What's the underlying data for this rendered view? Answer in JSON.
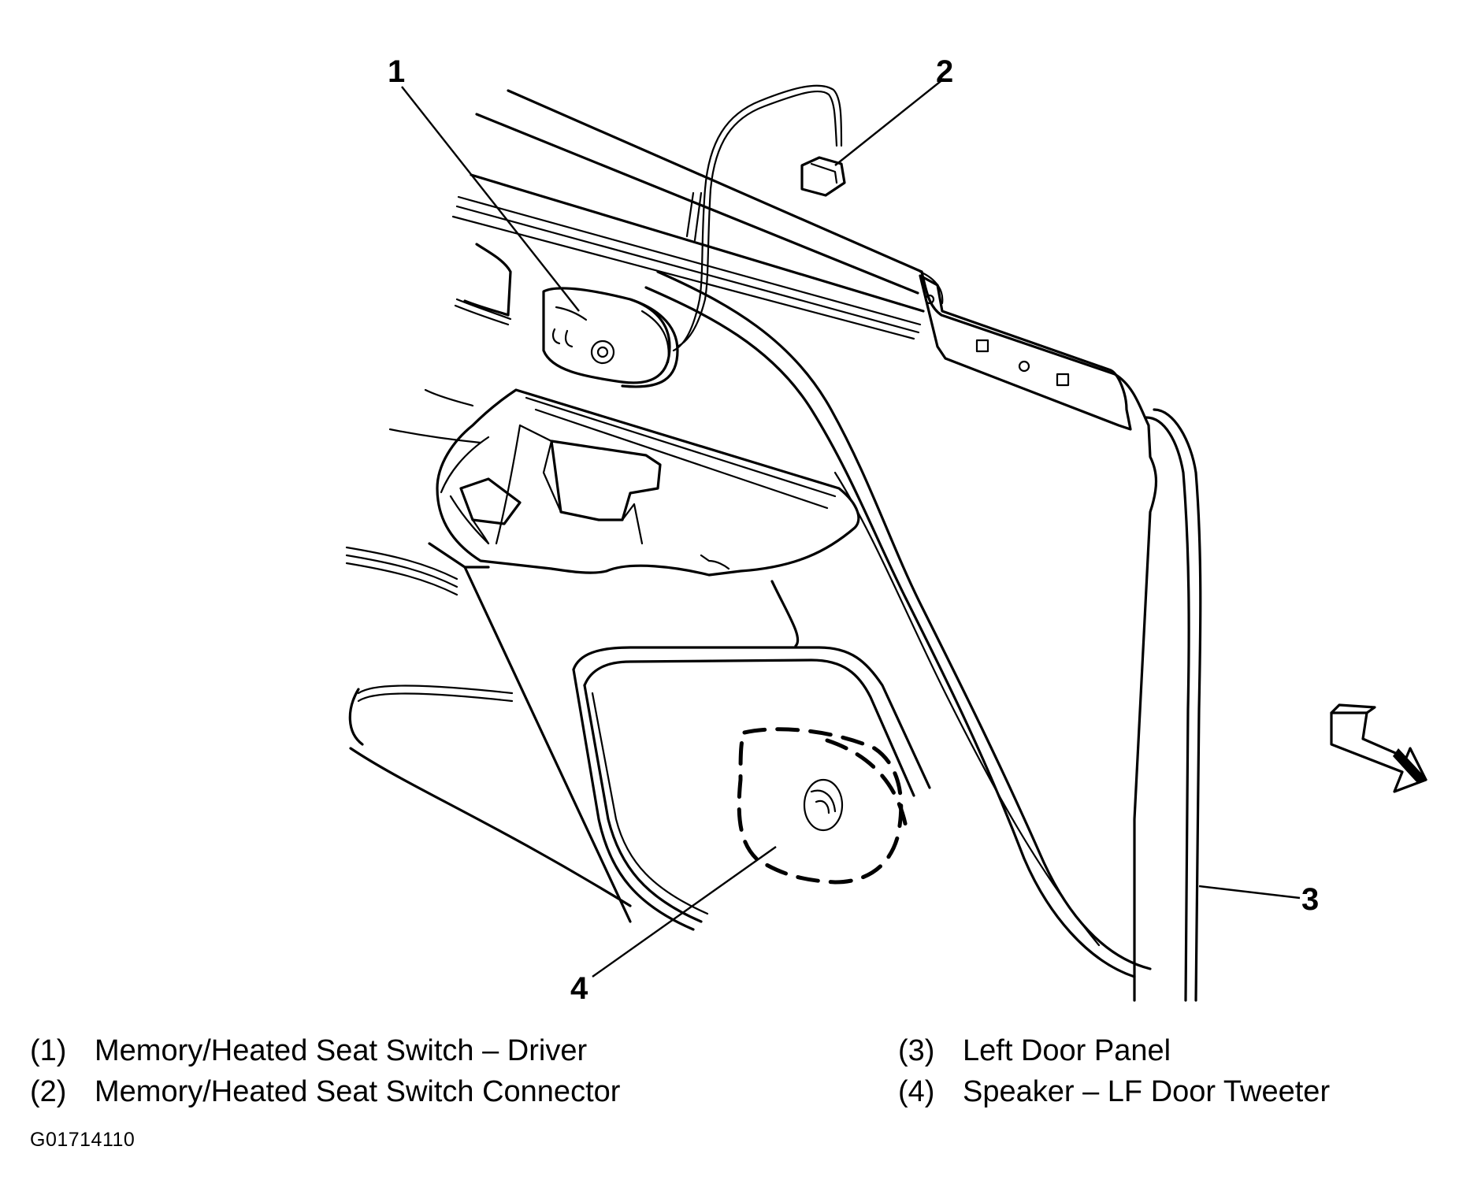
{
  "callouts": {
    "c1": "1",
    "c2": "2",
    "c3": "3",
    "c4": "4"
  },
  "legend": [
    {
      "num": "(1)",
      "text": "Memory/Heated Seat Switch – Driver"
    },
    {
      "num": "(2)",
      "text": "Memory/Heated Seat Switch Connector"
    },
    {
      "num": "(3)",
      "text": "Left Door Panel"
    },
    {
      "num": "(4)",
      "text": "Speaker – LF Door Tweeter"
    }
  ],
  "figure_id": "G01714110"
}
